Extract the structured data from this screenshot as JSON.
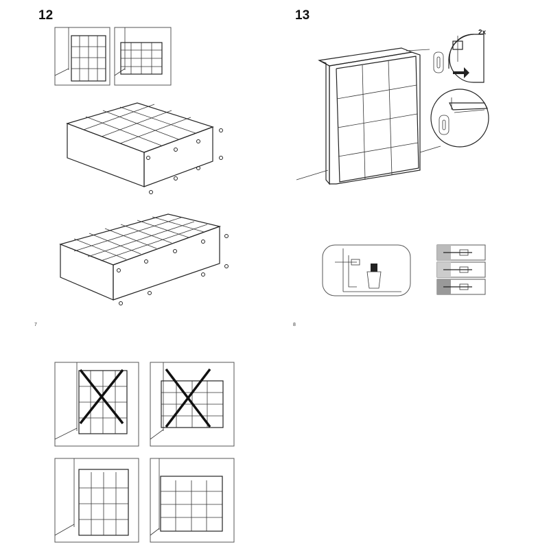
{
  "step12": {
    "number": "12"
  },
  "step13": {
    "number": "13",
    "quantity_label": "2x"
  },
  "pages": {
    "left": "7",
    "right": "8"
  },
  "icons": {
    "orientation_views": "shelf-orientation-icon",
    "wall_anchor_detail": "wall-bracket-icon",
    "wall_type_advice": "wall-consult-icon",
    "screw_types": "screw-types-icon",
    "incorrect_mark": "cross-x-icon"
  }
}
